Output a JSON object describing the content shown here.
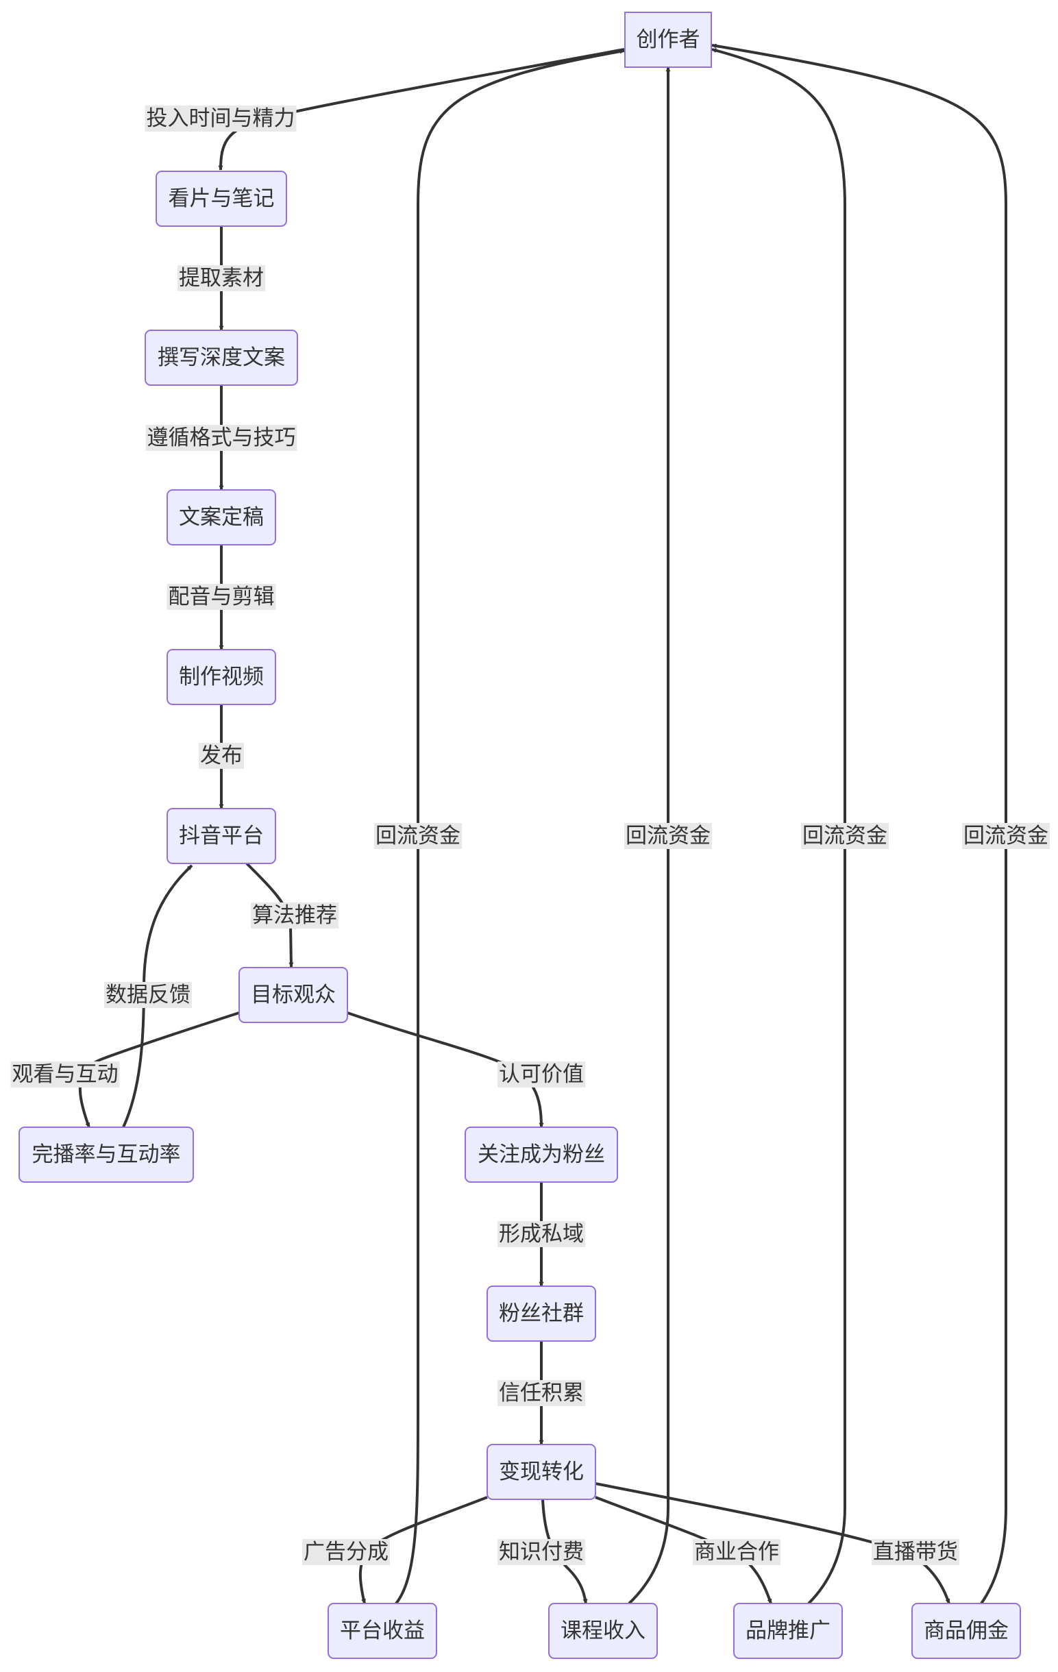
{
  "nodes": [
    {
      "id": "creator",
      "label": "创作者"
    },
    {
      "id": "watch",
      "label": "看片与笔记"
    },
    {
      "id": "write",
      "label": "撰写深度文案"
    },
    {
      "id": "final",
      "label": "文案定稿"
    },
    {
      "id": "produce",
      "label": "制作视频"
    },
    {
      "id": "douyin",
      "label": "抖音平台"
    },
    {
      "id": "audience",
      "label": "目标观众"
    },
    {
      "id": "metrics",
      "label": "完播率与互动率"
    },
    {
      "id": "follow",
      "label": "关注成为粉丝"
    },
    {
      "id": "fans",
      "label": "粉丝社群"
    },
    {
      "id": "monetize",
      "label": "变现转化"
    },
    {
      "id": "platform",
      "label": "平台收益"
    },
    {
      "id": "course",
      "label": "课程收入"
    },
    {
      "id": "brand",
      "label": "品牌推广"
    },
    {
      "id": "goods",
      "label": "商品佣金"
    }
  ],
  "edges": [
    {
      "from": "creator",
      "to": "watch",
      "label": "投入时间与精力"
    },
    {
      "from": "watch",
      "to": "write",
      "label": "提取素材"
    },
    {
      "from": "write",
      "to": "final",
      "label": "遵循格式与技巧"
    },
    {
      "from": "final",
      "to": "produce",
      "label": "配音与剪辑"
    },
    {
      "from": "produce",
      "to": "douyin",
      "label": "发布"
    },
    {
      "from": "douyin",
      "to": "audience",
      "label": "算法推荐"
    },
    {
      "from": "audience",
      "to": "metrics",
      "label": "观看与互动"
    },
    {
      "from": "metrics",
      "to": "douyin",
      "label": "数据反馈"
    },
    {
      "from": "audience",
      "to": "follow",
      "label": "认可价值"
    },
    {
      "from": "follow",
      "to": "fans",
      "label": "形成私域"
    },
    {
      "from": "fans",
      "to": "monetize",
      "label": "信任积累"
    },
    {
      "from": "monetize",
      "to": "platform",
      "label": "广告分成"
    },
    {
      "from": "monetize",
      "to": "course",
      "label": "知识付费"
    },
    {
      "from": "monetize",
      "to": "brand",
      "label": "商业合作"
    },
    {
      "from": "monetize",
      "to": "goods",
      "label": "直播带货"
    },
    {
      "from": "platform",
      "to": "creator",
      "label": "回流资金"
    },
    {
      "from": "course",
      "to": "creator",
      "label": "回流资金"
    },
    {
      "from": "brand",
      "to": "creator",
      "label": "回流资金"
    },
    {
      "from": "goods",
      "to": "creator",
      "label": "回流资金"
    }
  ]
}
